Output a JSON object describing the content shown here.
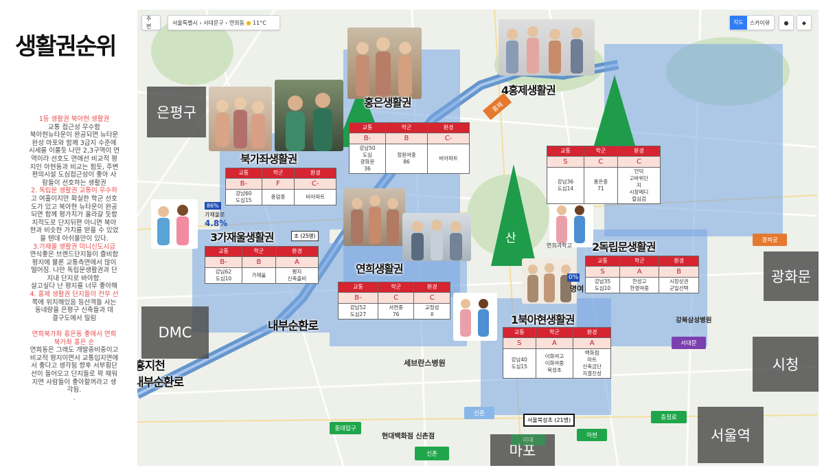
{
  "title": "생활권순위",
  "left_text": [
    {
      "text": "1등 생활권 북아현 생활권",
      "red": true
    },
    {
      "text": "교통 접근성 우수함",
      "red": false
    },
    {
      "text": "북아현뉴타운이 완공되면 뉴타운",
      "red": false
    },
    {
      "text": "완성 마포와 함께 3급지 수준에",
      "red": false
    },
    {
      "text": "시세를 이룰듯 나만 2,3구역이 연",
      "red": false
    },
    {
      "text": "역이라 선호도 면에선 비교적 평",
      "red": false
    },
    {
      "text": "지인 아현동과 비교는 힘듯, 주변",
      "red": false
    },
    {
      "text": "편의시설 도심접근성이 좋아 사",
      "red": false
    },
    {
      "text": "람들이 선호하는 생활권",
      "red": false
    },
    {
      "text": "2. 독립문 생활권 교통이 우수하",
      "red": true
    },
    {
      "text": "고 여훌이지만 확실한 학군 선호",
      "red": false
    },
    {
      "text": "도가 있고 북아현 뉴타운이 완공",
      "red": false
    },
    {
      "text": "되면 함께 평가치가 올라갈 듯함",
      "red": false
    },
    {
      "text": "지적도로 단지뒤편 아니면 북아",
      "red": false
    },
    {
      "text": "현과 비슷한 가치를 받을 수 있었",
      "red": false
    },
    {
      "text": "을 텐데 아쉬울만이 있다.",
      "red": false
    },
    {
      "text": "3.가재울 생활권 미니신도시급",
      "red": true
    },
    {
      "text": "연식좋은 브랜드단지들이 즐비함",
      "red": false
    },
    {
      "text": "평지에 물론 교통측면에서 많이",
      "red": false
    },
    {
      "text": "떨어짐. 나만 독립문생활권과 단",
      "red": false
    },
    {
      "text": "지내 단지로 바야함.",
      "red": false
    },
    {
      "text": "살고싶다 난 평지를 너무 좋아해",
      "red": false
    },
    {
      "text": "4. 홍제 생활권 단지들이 전부 산",
      "red": true
    },
    {
      "text": "쪽에 위치해있음 등산객들 사는",
      "red": false
    },
    {
      "text": "동네랑을 은평구 신축들과 대",
      "red": false
    },
    {
      "text": "결구도에서 밀림",
      "red": false
    },
    {
      "text": "",
      "red": false
    },
    {
      "text": "연희북가좌 홍은동 좋에서 연희",
      "red": true
    },
    {
      "text": "북가좌 홍은 순",
      "red": true
    },
    {
      "text": "연희동은 그래도 개발중비중이고",
      "red": false
    },
    {
      "text": "비교적 평지이면서 교통입지면에",
      "red": false
    },
    {
      "text": "서 좋다고 생각됨 향후 서부횡단",
      "red": false
    },
    {
      "text": "선이 들어오고 단지들로 꽉 채워",
      "red": false
    },
    {
      "text": "지면 사람들이 좋아할꺼라고 생",
      "red": false
    },
    {
      "text": "각됨.",
      "red": false
    },
    {
      "text": ".",
      "red": false
    }
  ],
  "map": {
    "toolbar": {
      "home": "주변",
      "region_1": "서울특별시",
      "region_2": "서대문구",
      "region_3": "연희동",
      "weather": "11°C",
      "map_btn": "지도",
      "sky_btn": "스카이뷰"
    },
    "districts": {
      "eunpyeong": "은평구",
      "dmc": "DMC",
      "gwanghwamun": "광화문",
      "seoul_station": "서울역",
      "city_hall": "시청",
      "mapo": "마포",
      "mountain": "산"
    },
    "roads": {
      "naebu_1": "내부순환로",
      "hongjecheon": "홍지천",
      "naebu_2": "내부순환로",
      "hongje_road": "홍제"
    },
    "stations": {
      "gyeongbokgung": "경복궁",
      "seodaemun": "서대문",
      "chungjeongno": "충정로",
      "ahyeon": "아현",
      "sinchon": "신촌",
      "hongik": "홍대입구",
      "idae": "이대",
      "sinchon_2": "신촌"
    },
    "landmarks": {
      "severance": "세브란스병원",
      "hyundai": "현대백화점 신촌점",
      "kangbuk": "강북삼성병원",
      "seoul_school": "서울북성초 (21명)",
      "school_25": "초 (25명)"
    },
    "badges": {
      "pct_86": "86%",
      "pct_48": "4.8%",
      "pct_0": "0%",
      "gajae_small": "가재울로",
      "yeonhee_small": "연희과학고",
      "myeong": "명여"
    },
    "zones": [
      {
        "label": "홍은생활권",
        "table": {
          "headers": [
            "교통",
            "학군",
            "환경"
          ],
          "grades": [
            "B-",
            "B",
            "C-"
          ],
          "details": [
            "강남50\n도심\n광화문\n36",
            "정원여중\n86",
            "비아파트"
          ]
        }
      },
      {
        "label": "4홍제생활권",
        "table": {
          "headers": [
            "교통",
            "학군",
            "환경"
          ],
          "grades": [
            "S",
            "C",
            "C"
          ],
          "details": [
            "강남36\n도심14",
            "홍은중\n71",
            "언덕\n고바위단\n지\n시장메디\n컬심검"
          ]
        }
      },
      {
        "label": "북가좌생활권",
        "table": {
          "headers": [
            "교통",
            "학군",
            "환경"
          ],
          "grades": [
            "B-",
            "F",
            "C-"
          ],
          "details": [
            "강남60\n도심15",
            "충암중",
            "비아파트"
          ]
        }
      },
      {
        "label": "3가재울생활권",
        "table": {
          "headers": [
            "교통",
            "학군",
            "환경"
          ],
          "grades": [
            "B-",
            "B",
            "A"
          ],
          "details": [
            "강남62\n도심10",
            "가재울",
            "평지\n신축즐비"
          ]
        }
      },
      {
        "label": "연희생활권",
        "table": {
          "headers": [
            "교통",
            "학군",
            "환경"
          ],
          "grades": [
            "B-",
            "C",
            "C"
          ],
          "details": [
            "강남52\n도심27",
            "서연중\n76",
            "교정성\nX"
          ]
        }
      },
      {
        "label": "2독립문생활권",
        "table": {
          "headers": [
            "교통",
            "학군",
            "환경"
          ],
          "grades": [
            "S",
            "A",
            "B"
          ],
          "details": [
            "강남35\n도심10",
            "한성고\n한영여중",
            "시장상권\n군일선택"
          ]
        }
      },
      {
        "label": "1북아현생활권",
        "table": {
          "headers": [
            "교통",
            "학군",
            "환경"
          ],
          "grades": [
            "S",
            "A",
            "A"
          ],
          "details": [
            "강남40\n도심15",
            "이화여고\n이화여중\n북성초",
            "백화점\n마트\n신축금단\n지결진성"
          ]
        }
      }
    ]
  },
  "colors": {
    "header_red": "#d62430",
    "grade_bg": "#fbdfd9",
    "zone_blue": "#78a5e1",
    "green_mountain": "#1e9c4a",
    "gray_box": "#4b4b4b",
    "station_green": "#1fa64a",
    "station_purple": "#7b3fae",
    "orange": "#e4792e"
  }
}
